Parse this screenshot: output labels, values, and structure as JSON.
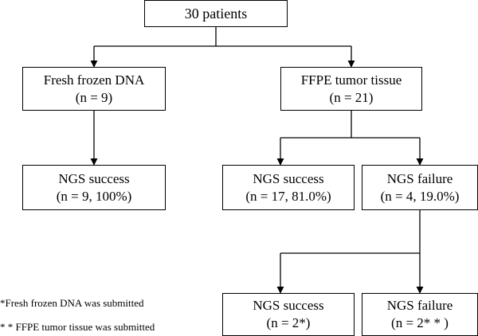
{
  "diagram": {
    "root": {
      "label": "30 patients"
    },
    "fresh": {
      "line1": "Fresh frozen DNA",
      "line2": "(n = 9)"
    },
    "ffpe": {
      "line1": "FFPE tumor tissue",
      "line2": "(n = 21)"
    },
    "fresh_success": {
      "line1": "NGS success",
      "line2": "(n = 9, 100%)"
    },
    "ffpe_success": {
      "line1": "NGS success",
      "line2": "(n = 17, 81.0%)"
    },
    "ffpe_failure": {
      "line1": "NGS failure",
      "line2": "(n = 4, 19.0%)"
    },
    "retry_success": {
      "line1": "NGS success",
      "line2": "(n = 2*)"
    },
    "retry_failure": {
      "line1": "NGS failure",
      "line2": "(n = 2* * )"
    }
  },
  "notes": {
    "note1": "*Fresh frozen DNA was submitted",
    "note2": "* * FFPE tumor tissue was submitted"
  }
}
